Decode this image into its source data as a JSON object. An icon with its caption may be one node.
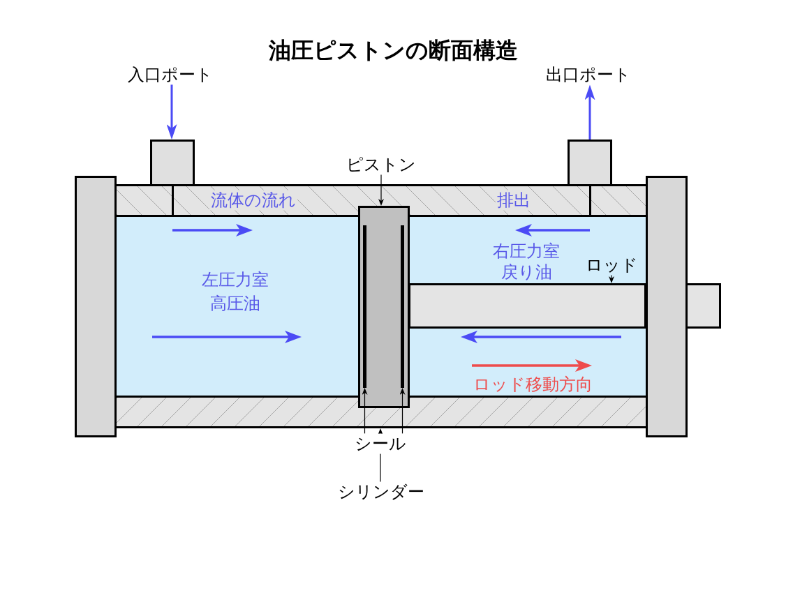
{
  "diagram": {
    "title": "油圧ピストンの断面構造",
    "nodes": [
      {
        "text": [
          "入口ポート"
        ]
      },
      {
        "text": [
          "出口ポート"
        ]
      },
      {
        "text": [],
        "shape": "box"
      },
      {
        "text": [],
        "shape": "box"
      },
      {
        "text": [
          "ピストン"
        ]
      },
      {
        "text": [],
        "shape": "box"
      },
      {
        "text": [
          "流体の流れ",
          "排出"
        ]
      },
      {
        "text": [],
        "shape": "box"
      },
      {
        "text": [
          "左圧力室",
          "高圧油"
        ]
      },
      {
        "text": [
          "右圧力室",
          "戻り油"
        ]
      },
      {
        "text": [
          "ロッド"
        ],
        "in": 9
      },
      {
        "text": [],
        "shape": "box"
      },
      {
        "text": [],
        "shape": "bar",
        "in": 11
      },
      {
        "text": [],
        "shape": "bar",
        "in": 11
      },
      {
        "text": [],
        "shape": "box",
        "in": 9
      },
      {
        "text": [],
        "shape": "box"
      },
      {
        "text": [
          "シール"
        ]
      },
      {
        "text": [
          "シリンダー"
        ]
      }
    ],
    "edges": [
      {
        "from": 0,
        "to": 2,
        "arrow": "to",
        "style": "thick",
        "color": "#4b4bf5"
      },
      {
        "from": 3,
        "to": 1,
        "arrow": "to",
        "style": "thick",
        "color": "#4b4bf5"
      },
      {
        "from": 4,
        "to": 11,
        "arrow": "to"
      },
      {
        "from": 10,
        "to": 14,
        "arrow": "to"
      },
      {
        "from": 16,
        "to": 12,
        "arrow": "to"
      },
      {
        "from": 16,
        "to": 13,
        "arrow": "to"
      },
      {
        "from": 17,
        "to": 15,
        "arrow": "to"
      }
    ],
    "labels": [
      "ロッド移動方向"
    ]
  }
}
